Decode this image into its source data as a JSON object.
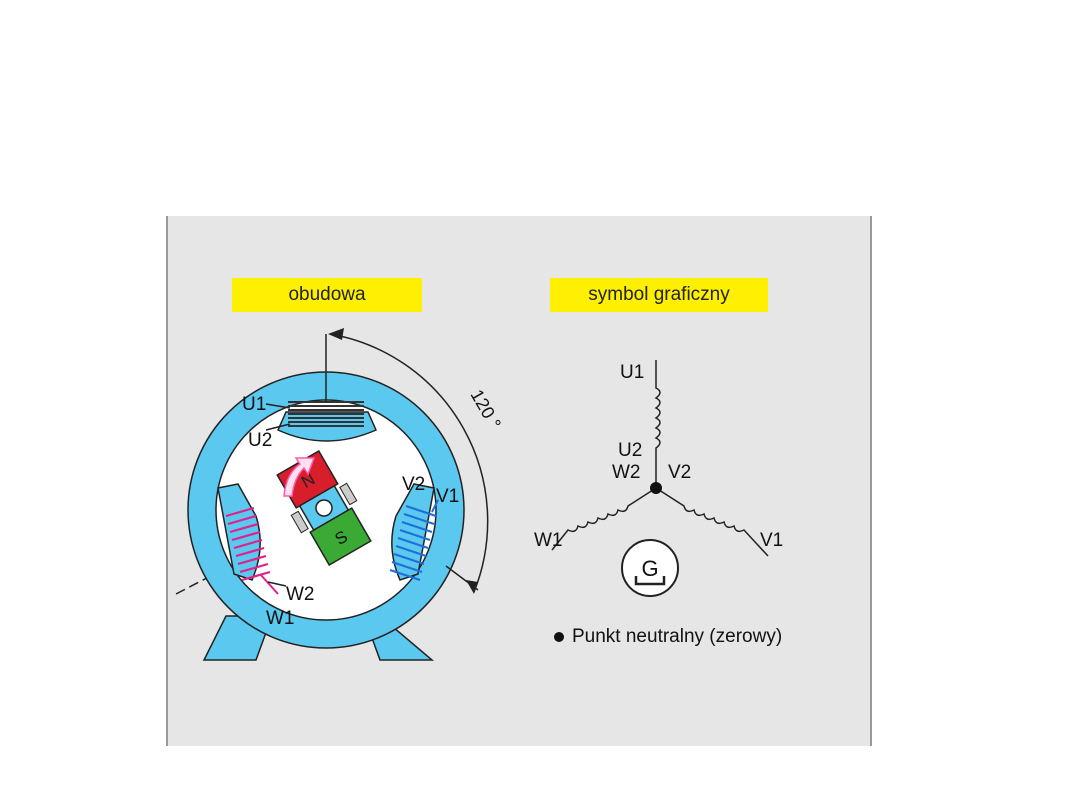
{
  "labels": {
    "housing": "obudowa",
    "symbol": "symbol graficzny",
    "angle": "120 °",
    "neutral_point": "Punkt neutralny (zerowy)",
    "generator": "G"
  },
  "windings": {
    "u1": "U1",
    "u2": "U2",
    "v1": "V1",
    "v2": "V2",
    "w1": "W1",
    "w2": "W2"
  },
  "rotor": {
    "north": "N",
    "south": "S"
  },
  "colors": {
    "panel": "#e6e6e6",
    "label_background": "#ffef00",
    "housing": "#5bc8ef",
    "coil_u": "#333333",
    "coil_v": "#1e6fd9",
    "coil_w": "#e0218a",
    "rotor_north": "#d81e2a",
    "rotor_south": "#3aaa35",
    "rotation_arrow": "#ff5bb0"
  }
}
